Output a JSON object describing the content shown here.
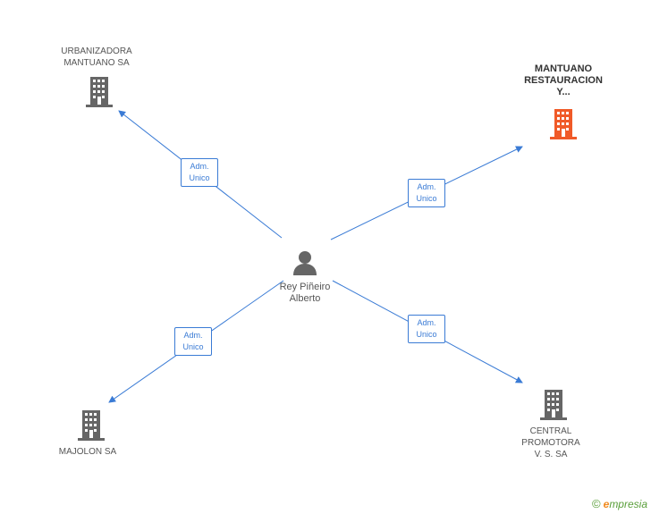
{
  "center": {
    "name_line1": "Rey Piñeiro",
    "name_line2": "Alberto",
    "icon": "person-icon"
  },
  "companies": [
    {
      "key": "urbanizadora",
      "lines": [
        "URBANIZADORA",
        "MANTUANO SA"
      ],
      "icon": "building-icon",
      "color": "#666666"
    },
    {
      "key": "mantuano",
      "lines": [
        "MANTUANO",
        "RESTAURACION",
        "Y..."
      ],
      "icon": "building-icon",
      "color": "#f05a28"
    },
    {
      "key": "majolon",
      "lines": [
        "MAJOLON SA"
      ],
      "icon": "building-icon",
      "color": "#666666"
    },
    {
      "key": "central",
      "lines": [
        "CENTRAL",
        "PROMOTORA",
        "V. S. SA"
      ],
      "icon": "building-icon",
      "color": "#666666"
    }
  ],
  "relations": [
    {
      "line1": "Adm.",
      "line2": "Unico"
    },
    {
      "line1": "Adm.",
      "line2": "Unico"
    },
    {
      "line1": "Adm.",
      "line2": "Unico"
    },
    {
      "line1": "Adm.",
      "line2": "Unico"
    }
  ],
  "colors": {
    "edge": "#3a7bd5",
    "building": "#666666",
    "highlight": "#f05a28",
    "person": "#666666"
  },
  "brand": {
    "copyright": "©",
    "name_e": "e",
    "name_rest": "mpresia"
  }
}
